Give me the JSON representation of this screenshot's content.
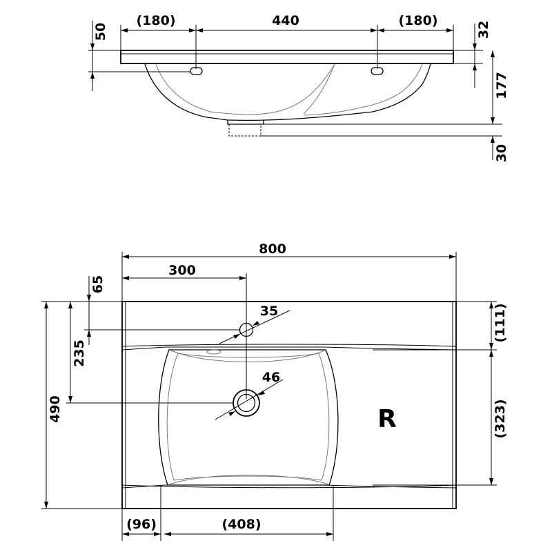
{
  "side_view": {
    "dim_50": "50",
    "dim_left_180": "(180)",
    "dim_440": "440",
    "dim_right_180": "(180)",
    "dim_32": "32",
    "dim_177": "177",
    "dim_30": "30"
  },
  "top_view": {
    "dim_800": "800",
    "dim_300": "300",
    "dim_65": "65",
    "dim_35": "35",
    "dim_235": "235",
    "dim_46": "46",
    "dim_490": "490",
    "dim_111": "(111)",
    "dim_323": "(323)",
    "dim_96": "(96)",
    "dim_408": "(408)",
    "side_letter": "R"
  }
}
